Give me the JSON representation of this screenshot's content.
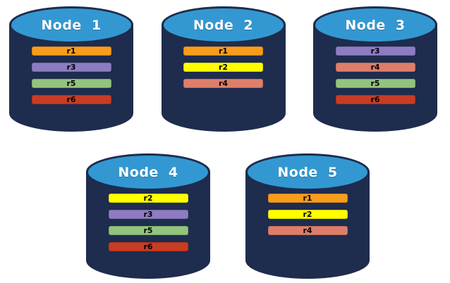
{
  "diagram": {
    "description": "Five database node cylinders showing replicated records r1-r6 distributed across nodes"
  },
  "colors": {
    "cylinder_body": "#1E2C4E",
    "cylinder_cap": "#3398D2",
    "title_text": "#FFFFFF",
    "record_text": "#000000",
    "records": {
      "r1": "#F89C1C",
      "r2": "#FFFF00",
      "r3": "#8E7CC3",
      "r4": "#DD7E6B",
      "r5": "#93C47D",
      "r6": "#C93C22"
    }
  },
  "nodes": [
    {
      "label": "Node 1",
      "records": [
        "r1",
        "r3",
        "r5",
        "r6"
      ]
    },
    {
      "label": "Node 2",
      "records": [
        "r1",
        "r2",
        "r4"
      ]
    },
    {
      "label": "Node 3",
      "records": [
        "r3",
        "r4",
        "r5",
        "r6"
      ]
    },
    {
      "label": "Node 4",
      "records": [
        "r2",
        "r3",
        "r5",
        "r6"
      ]
    },
    {
      "label": "Node 5",
      "records": [
        "r1",
        "r2",
        "r4"
      ]
    }
  ],
  "rows": [
    [
      0,
      1,
      2
    ],
    [
      3,
      4
    ]
  ]
}
